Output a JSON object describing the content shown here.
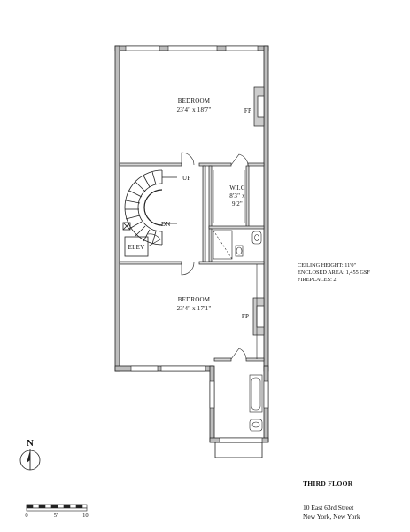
{
  "rooms": {
    "bedroom_top": {
      "name": "BEDROOM",
      "size": "23'4\" x 18'7\""
    },
    "bedroom_bottom": {
      "name": "BEDROOM",
      "size": "23'4\" x 17'1\""
    },
    "wic": {
      "name": "W.I.C",
      "size_line1": "8'3\" x",
      "size_line2": "9'2\""
    },
    "elevator": "ELEV"
  },
  "labels": {
    "fireplace": "FP",
    "stair_up": "UP",
    "stair_down": "DN",
    "north": "N"
  },
  "info": {
    "ceiling": "CEILING HEIGHT: 11'0\"",
    "area": "ENCLOSED AREA: 1,455 GSF",
    "fireplaces": "FIREPLACES: 2"
  },
  "scale": {
    "ticks": [
      "0",
      "5'",
      "10'"
    ]
  },
  "floor_title": "THIRD FLOOR",
  "address": {
    "line1": "10 East 63rd Street",
    "line2": "New York, New York"
  }
}
